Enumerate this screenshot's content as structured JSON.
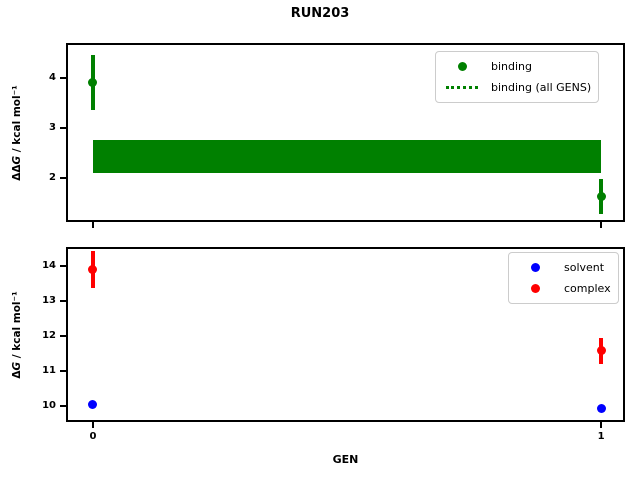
{
  "title": "RUN203",
  "xlabel": "GEN",
  "colors": {
    "green": "#008000",
    "blue": "#0000ff",
    "red": "#ff0000",
    "spine": "#000000",
    "legend_border": "#cccccc"
  },
  "chart_data": [
    {
      "type": "scatter",
      "subplot": "top",
      "ylabel_parts": {
        "pre": "ΔΔ",
        "var": "G",
        "post": " / kcal mol⁻¹"
      },
      "xlim": [
        -0.053,
        1.047
      ],
      "ylim": [
        1.13,
        4.69
      ],
      "yticks": [
        2,
        3,
        4
      ],
      "xticks": [
        0,
        1
      ],
      "show_xtick_labels": false,
      "grid": false,
      "legend_position": "upper right",
      "series": [
        {
          "name": "binding",
          "color": "#008000",
          "marker": "circle",
          "x": [
            0,
            1
          ],
          "y": [
            3.9,
            1.63
          ],
          "yerr": [
            0.55,
            0.35
          ]
        }
      ],
      "band": {
        "name": "binding (all GENS)",
        "color": "#008000",
        "x": [
          0,
          1
        ],
        "ylow": 2.11,
        "yhigh": 2.76
      },
      "legend": [
        {
          "label": "binding",
          "glyph": "dot",
          "color": "#008000"
        },
        {
          "label": "binding (all GENS)",
          "glyph": "dotted-line",
          "color": "#008000"
        }
      ]
    },
    {
      "type": "scatter",
      "subplot": "bottom",
      "ylabel_parts": {
        "pre": "Δ",
        "var": "G",
        "post": " / kcal mol⁻¹"
      },
      "xlim": [
        -0.053,
        1.047
      ],
      "ylim": [
        9.54,
        14.53
      ],
      "yticks": [
        10,
        11,
        12,
        13,
        14
      ],
      "xticks": [
        0,
        1
      ],
      "xtick_labels": [
        "0",
        "1"
      ],
      "show_xtick_labels": true,
      "grid": false,
      "legend_position": "upper right",
      "series": [
        {
          "name": "solvent",
          "color": "#0000ff",
          "marker": "circle",
          "x": [
            0,
            1
          ],
          "y": [
            10.05,
            9.93
          ],
          "yerr": [
            0.05,
            0.05
          ]
        },
        {
          "name": "complex",
          "color": "#ff0000",
          "marker": "circle",
          "x": [
            0,
            1
          ],
          "y": [
            13.9,
            11.57
          ],
          "yerr": [
            0.53,
            0.37
          ]
        }
      ],
      "legend": [
        {
          "label": "solvent",
          "glyph": "dot",
          "color": "#0000ff"
        },
        {
          "label": "complex",
          "glyph": "dot",
          "color": "#ff0000"
        }
      ]
    }
  ]
}
